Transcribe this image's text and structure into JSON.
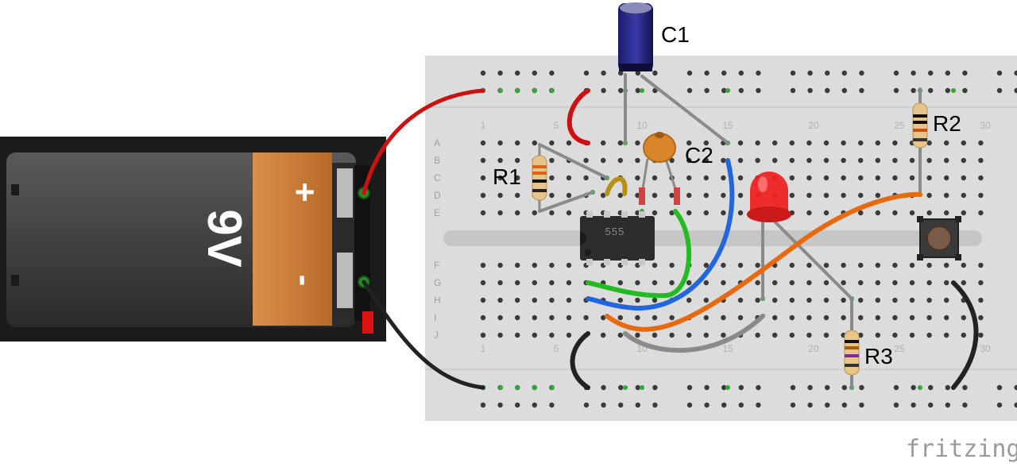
{
  "components": {
    "c1": "C1",
    "c2": "C2",
    "r1": "R1",
    "r2": "R2",
    "r3": "R3",
    "ic": "555"
  },
  "battery": {
    "voltage": "9V",
    "plus": "+",
    "minus": "-"
  },
  "breadboard": {
    "rows_top": [
      "A",
      "B",
      "C",
      "D",
      "E"
    ],
    "rows_bottom": [
      "F",
      "G",
      "H",
      "I",
      "J"
    ],
    "column_numbers": [
      "1",
      "5",
      "10",
      "15",
      "20",
      "25",
      "30"
    ]
  },
  "colors": {
    "red_wire": "#cc1111",
    "black_wire": "#222222",
    "green_wire": "#22bb22",
    "blue_wire": "#2266dd",
    "orange_wire": "#e86a10",
    "gray_wire": "#8a8a8a",
    "board": "#dcdcdc",
    "led": "#ee2222"
  },
  "brand": "fritzing"
}
